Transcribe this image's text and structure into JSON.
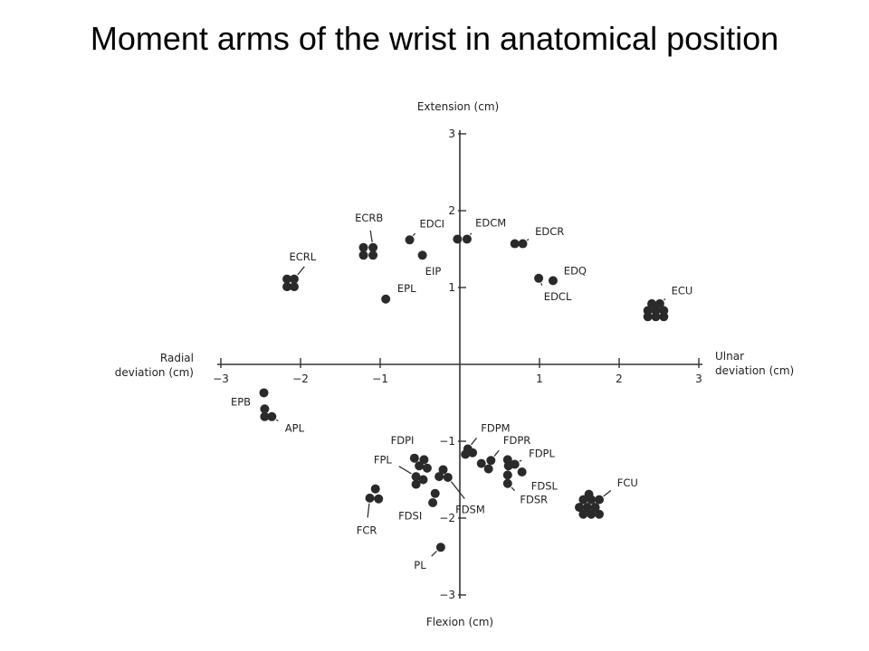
{
  "slide": {
    "title": "Moment arms of the wrist in anatomical position"
  },
  "colors": {
    "point": "#2a2a2a",
    "axis": "#333333",
    "text": "#222222"
  },
  "chart_data": {
    "type": "scatter",
    "title": "Moment arms of the wrist in anatomical position",
    "axis_labels": {
      "x_positive": [
        "Ulnar",
        "deviation (cm)"
      ],
      "x_negative": [
        "Radial",
        "deviation (cm)"
      ],
      "y_positive": "Extension (cm)",
      "y_negative": "Flexion (cm)"
    },
    "xlim": [
      -3,
      3
    ],
    "ylim": [
      -3,
      3
    ],
    "x_ticks": [
      -3,
      -2,
      -1,
      1,
      2,
      3
    ],
    "y_ticks": [
      -3,
      -2,
      -1,
      1,
      2,
      3
    ],
    "grid": false,
    "legend": "none",
    "groups": [
      {
        "name": "ECRB",
        "points": [
          [
            -1.21,
            1.52
          ],
          [
            -1.09,
            1.52
          ],
          [
            -1.21,
            1.42
          ],
          [
            -1.09,
            1.42
          ]
        ],
        "label_at": [
          -1.14,
          1.86
        ],
        "label_side": "above"
      },
      {
        "name": "ECRL",
        "points": [
          [
            -2.17,
            1.11
          ],
          [
            -2.08,
            1.11
          ],
          [
            -2.17,
            1.01
          ],
          [
            -2.08,
            1.01
          ]
        ],
        "label_at": [
          -1.85,
          1.4
        ],
        "label_side": "left"
      },
      {
        "name": "EDCI",
        "points": [
          [
            -0.63,
            1.62
          ]
        ],
        "label_at": [
          -0.46,
          1.83
        ],
        "label_side": "right"
      },
      {
        "name": "EIP",
        "points": [
          [
            -0.47,
            1.42
          ]
        ],
        "label_at": [
          -0.39,
          1.21
        ],
        "label_side": "right"
      },
      {
        "name": "EPL",
        "points": [
          [
            -0.93,
            0.85
          ]
        ],
        "label_at": [
          -0.74,
          0.99
        ],
        "label_side": "right"
      },
      {
        "name": "EDCM",
        "points": [
          [
            -0.03,
            1.63
          ],
          [
            0.09,
            1.63
          ]
        ],
        "label_at": [
          0.24,
          1.84
        ],
        "label_side": "right"
      },
      {
        "name": "EDCR",
        "points": [
          [
            0.69,
            1.57
          ],
          [
            0.79,
            1.57
          ]
        ],
        "label_at": [
          0.99,
          1.73
        ],
        "label_side": "right"
      },
      {
        "name": "EDQ",
        "points": [
          [
            1.17,
            1.09
          ]
        ],
        "label_at": [
          1.35,
          1.22
        ],
        "label_side": "right"
      },
      {
        "name": "EDCL",
        "points": [
          [
            0.99,
            1.12
          ]
        ],
        "label_at": [
          1.1,
          0.88
        ],
        "label_side": "right"
      },
      {
        "name": "ECU",
        "points": [
          [
            2.36,
            0.7
          ],
          [
            2.46,
            0.7
          ],
          [
            2.56,
            0.7
          ],
          [
            2.41,
            0.79
          ],
          [
            2.51,
            0.79
          ],
          [
            2.36,
            0.62
          ],
          [
            2.46,
            0.62
          ],
          [
            2.56,
            0.62
          ]
        ],
        "label_at": [
          2.7,
          0.96
        ],
        "label_side": "right"
      },
      {
        "name": "EPB",
        "points": [
          [
            -2.46,
            -0.37
          ]
        ],
        "label_at": [
          -2.67,
          -0.49
        ],
        "label_side": "left"
      },
      {
        "name": "APL",
        "points": [
          [
            -2.45,
            -0.58
          ],
          [
            -2.45,
            -0.68
          ],
          [
            -2.36,
            -0.68
          ]
        ],
        "label_at": [
          -2.15,
          -0.83
        ],
        "label_side": "right"
      },
      {
        "name": "FDPI",
        "points": [
          [
            -0.57,
            -1.22
          ],
          [
            -0.51,
            -1.32
          ],
          [
            -0.45,
            -1.24
          ],
          [
            -0.41,
            -1.35
          ]
        ],
        "label_at": [
          -0.62,
          -0.99
        ],
        "label_side": "left"
      },
      {
        "name": "FPL",
        "points": [
          [
            -0.55,
            -1.46
          ],
          [
            -0.55,
            -1.56
          ],
          [
            -0.46,
            -1.5
          ]
        ],
        "label_at": [
          -0.9,
          -1.24
        ],
        "label_side": "left"
      },
      {
        "name": "FDSI",
        "points": [
          [
            -0.31,
            -1.68
          ],
          [
            -0.34,
            -1.8
          ]
        ],
        "label_at": [
          -0.52,
          -1.97
        ],
        "label_side": "left"
      },
      {
        "name": "FCR",
        "points": [
          [
            -1.06,
            -1.62
          ],
          [
            -1.13,
            -1.74
          ],
          [
            -1.02,
            -1.75
          ]
        ],
        "label_at": [
          -1.17,
          -2.11
        ],
        "label_side": "below"
      },
      {
        "name": "FDSM",
        "points": [
          [
            -0.21,
            -1.37
          ],
          [
            -0.26,
            -1.46
          ],
          [
            -0.15,
            -1.47
          ]
        ],
        "label_at": [
          0.13,
          -1.84
        ],
        "label_side": "below"
      },
      {
        "name": "FDPM",
        "points": [
          [
            0.1,
            -1.1
          ],
          [
            0.16,
            -1.15
          ],
          [
            0.07,
            -1.17
          ]
        ],
        "label_at": [
          0.31,
          -0.83
        ],
        "label_side": "right"
      },
      {
        "name": "FDPR",
        "points": [
          [
            0.27,
            -1.29
          ],
          [
            0.36,
            -1.36
          ],
          [
            0.39,
            -1.25
          ]
        ],
        "label_at": [
          0.59,
          -0.99
        ],
        "label_side": "right"
      },
      {
        "name": "FDPL",
        "points": [
          [
            0.6,
            -1.24
          ],
          [
            0.69,
            -1.3
          ],
          [
            0.61,
            -1.32
          ]
        ],
        "label_at": [
          0.91,
          -1.16
        ],
        "label_side": "right"
      },
      {
        "name": "FDSL",
        "points": [
          [
            0.78,
            -1.4
          ]
        ],
        "label_at": [
          0.94,
          -1.58
        ],
        "label_side": "right"
      },
      {
        "name": "FDSR",
        "points": [
          [
            0.6,
            -1.44
          ],
          [
            0.6,
            -1.55
          ]
        ],
        "label_at": [
          0.8,
          -1.76
        ],
        "label_side": "right"
      },
      {
        "name": "FCU",
        "points": [
          [
            1.55,
            -1.76
          ],
          [
            1.65,
            -1.76
          ],
          [
            1.75,
            -1.76
          ],
          [
            1.5,
            -1.86
          ],
          [
            1.6,
            -1.86
          ],
          [
            1.7,
            -1.86
          ],
          [
            1.55,
            -1.95
          ],
          [
            1.65,
            -1.95
          ],
          [
            1.75,
            -1.95
          ],
          [
            1.62,
            -1.69
          ]
        ],
        "label_at": [
          2.02,
          -1.54
        ],
        "label_side": "right"
      },
      {
        "name": "PL",
        "points": [
          [
            -0.24,
            -2.38
          ]
        ],
        "label_at": [
          -0.47,
          -2.61
        ],
        "label_side": "left"
      }
    ]
  }
}
